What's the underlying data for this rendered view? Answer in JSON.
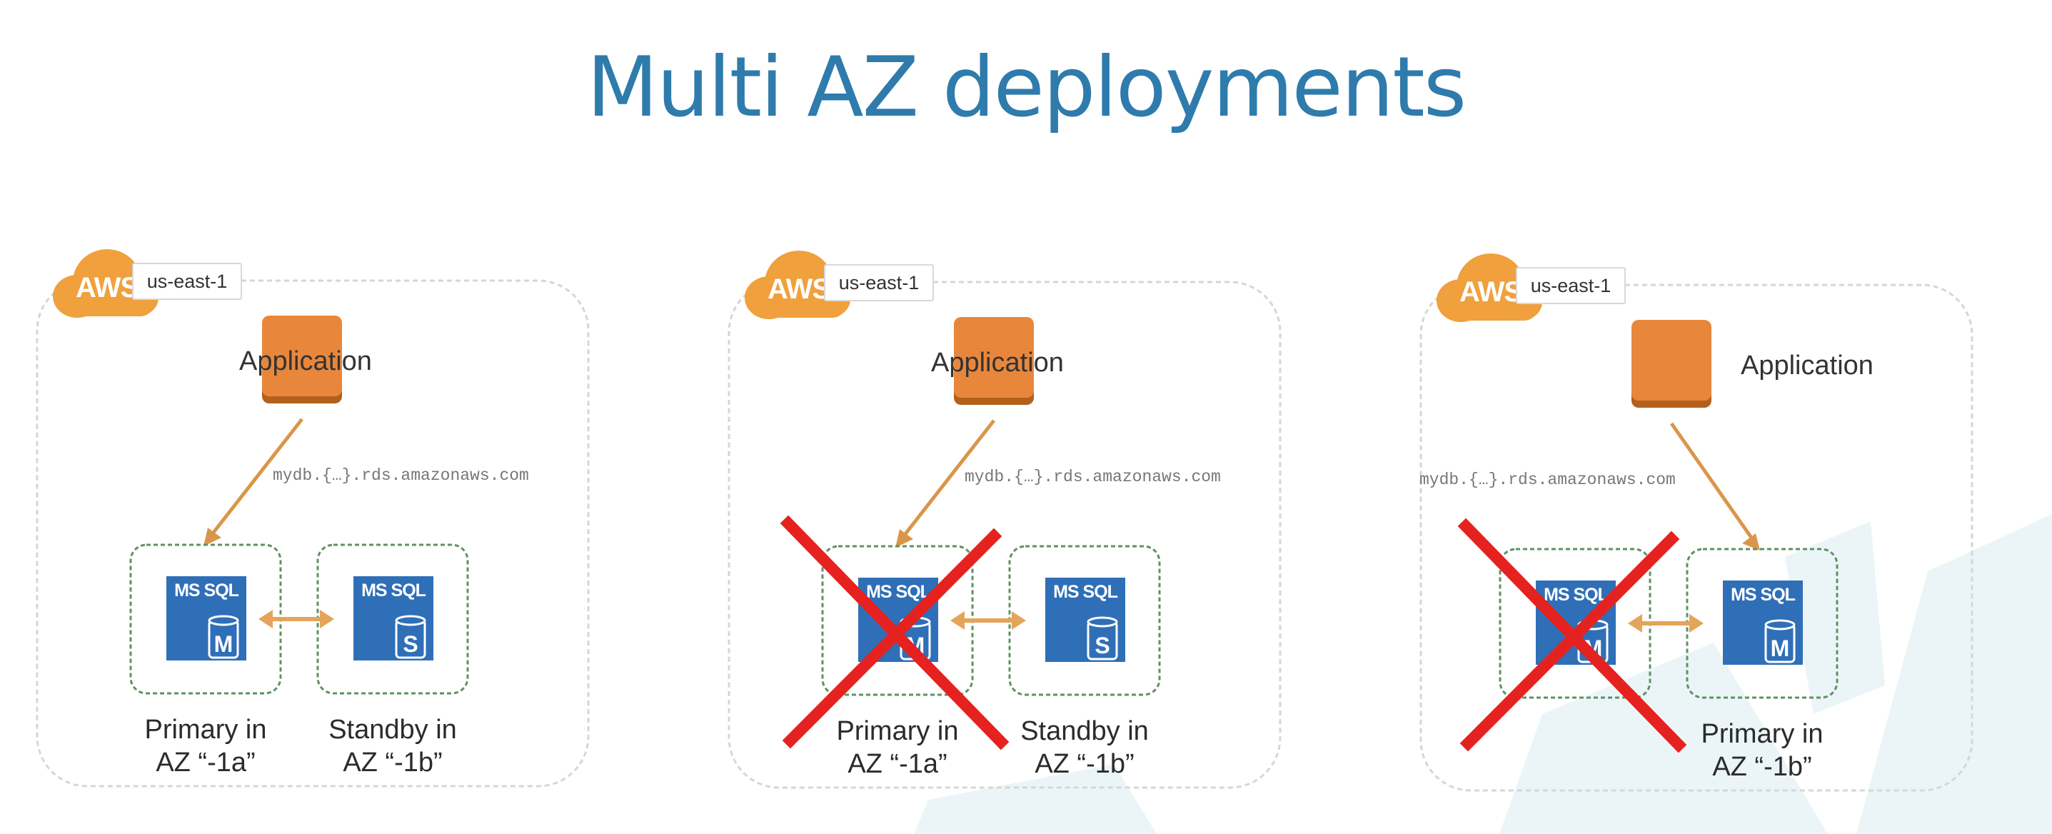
{
  "title": "Multi AZ deployments",
  "colors": {
    "title": "#2e7bac",
    "aws_orange": "#f0a03c",
    "app_orange": "#e8873b",
    "db_blue": "#2f6fb8",
    "arrow": "#d9964a",
    "az_border": "#5f9162",
    "fail_red": "#e5221f"
  },
  "icons": [
    "aws-cloud-icon",
    "application-instance-icon",
    "ms-sql-database-icon",
    "replication-arrow-icon",
    "failure-cross-icon"
  ],
  "panels": [
    {
      "aws_logo": "AWS",
      "region": "us-east-1",
      "app_label": "Application",
      "endpoint": "mydb.{…}.rds.amazonaws.com",
      "db_left": {
        "title": "MS SQL",
        "letter": "M",
        "caption_1": "Primary in",
        "caption_2": "AZ “-1a”"
      },
      "db_right": {
        "title": "MS SQL",
        "letter": "S",
        "caption_1": "Standby in",
        "caption_2": "AZ “-1b”"
      }
    },
    {
      "aws_logo": "AWS",
      "region": "us-east-1",
      "app_label": "Application",
      "endpoint": "mydb.{…}.rds.amazonaws.com",
      "db_left": {
        "title": "MS SQL",
        "letter": "M",
        "caption_1": "Primary in",
        "caption_2": "AZ “-1a”"
      },
      "db_right": {
        "title": "MS SQL",
        "letter": "S",
        "caption_1": "Standby in",
        "caption_2": "AZ “-1b”"
      }
    },
    {
      "aws_logo": "AWS",
      "region": "us-east-1",
      "app_label": "Application",
      "endpoint": "mydb.{…}.rds.amazonaws.com",
      "db_left": {
        "title": "MS SQL",
        "letter": "M"
      },
      "db_right": {
        "title": "MS SQL",
        "letter": "M",
        "caption_1": "Primary in",
        "caption_2": "AZ “-1b”"
      }
    }
  ]
}
